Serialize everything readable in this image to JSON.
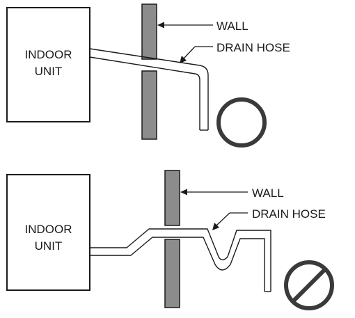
{
  "diagrams": [
    {
      "unit_line1": "INDOOR",
      "unit_line2": "UNIT",
      "wall_label": "WALL",
      "hose_label": "DRAIN HOSE",
      "verdict_icon": "correct-circle-icon"
    },
    {
      "unit_line1": "INDOOR",
      "unit_line2": "UNIT",
      "wall_label": "WALL",
      "hose_label": "DRAIN HOSE",
      "verdict_icon": "prohibited-icon"
    }
  ]
}
